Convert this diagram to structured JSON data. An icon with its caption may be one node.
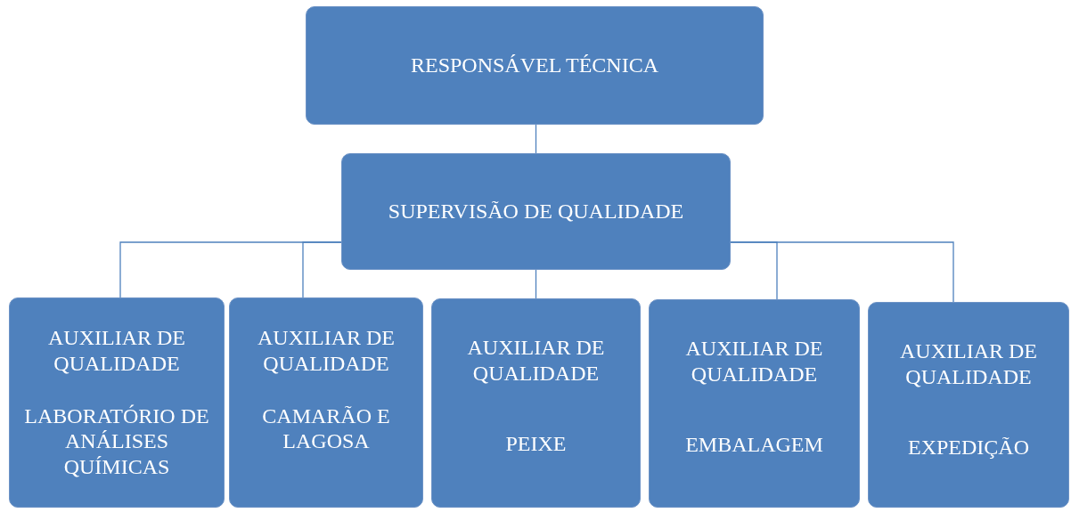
{
  "diagram": {
    "nodes": [
      {
        "text": [
          "RESPONSÁVEL TÉCNICA"
        ]
      },
      {
        "text": [
          "SUPERVISÃO DE QUALIDADE"
        ]
      },
      {
        "text": [
          "AUXILIAR DE QUALIDADE",
          "LABORATÓRIO DE ANÁLISES QUÍMICAS"
        ]
      },
      {
        "text": [
          "AUXILIAR DE QUALIDADE",
          "CAMARÃO E LAGOSA"
        ]
      },
      {
        "text": [
          "AUXILIAR DE QUALIDADE",
          "PEIXE"
        ]
      },
      {
        "text": [
          "AUXILIAR DE QUALIDADE",
          "EMBALAGEM"
        ]
      },
      {
        "text": [
          "AUXILIAR DE QUALIDADE",
          "EXPEDIÇÃO"
        ]
      }
    ],
    "edges": [
      {
        "from": 0,
        "to": 1,
        "arrow": "none"
      },
      {
        "from": 1,
        "to": 2,
        "arrow": "none"
      },
      {
        "from": 1,
        "to": 3,
        "arrow": "none"
      },
      {
        "from": 1,
        "to": 4,
        "arrow": "none"
      },
      {
        "from": 1,
        "to": 5,
        "arrow": "none"
      },
      {
        "from": 1,
        "to": 6,
        "arrow": "none"
      }
    ]
  }
}
